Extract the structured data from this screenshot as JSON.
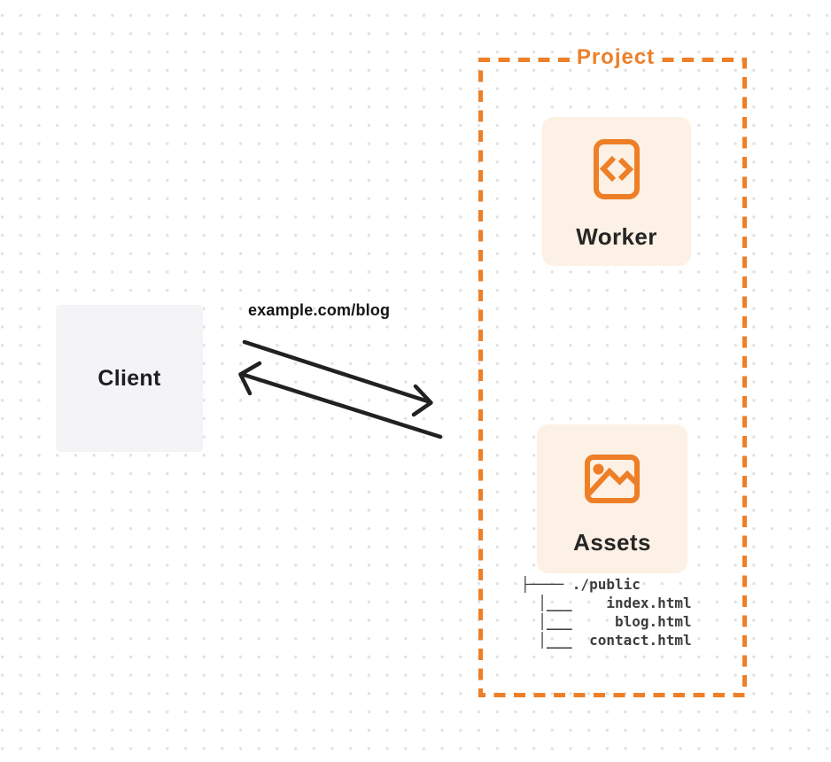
{
  "colors": {
    "accent": "#EE7F27",
    "card-bg": "#FCF1E4",
    "client-bg": "#F4F4F6",
    "ink": "#1E1E21",
    "tree-ink": "#3D3D3D",
    "arrow": "#212121",
    "dot": "#E1E1E6"
  },
  "client": {
    "label": "Client"
  },
  "request": {
    "url_label": "example.com/blog"
  },
  "project": {
    "label": "Project",
    "worker": {
      "label": "Worker",
      "icon": "code-brackets-document-icon"
    },
    "assets": {
      "label": "Assets",
      "icon": "image-photo-icon",
      "file_tree": {
        "lines": [
          "├──── ./public",
          "  │___    index.html",
          "  │___     blog.html",
          "  │___  contact.html"
        ]
      }
    }
  }
}
